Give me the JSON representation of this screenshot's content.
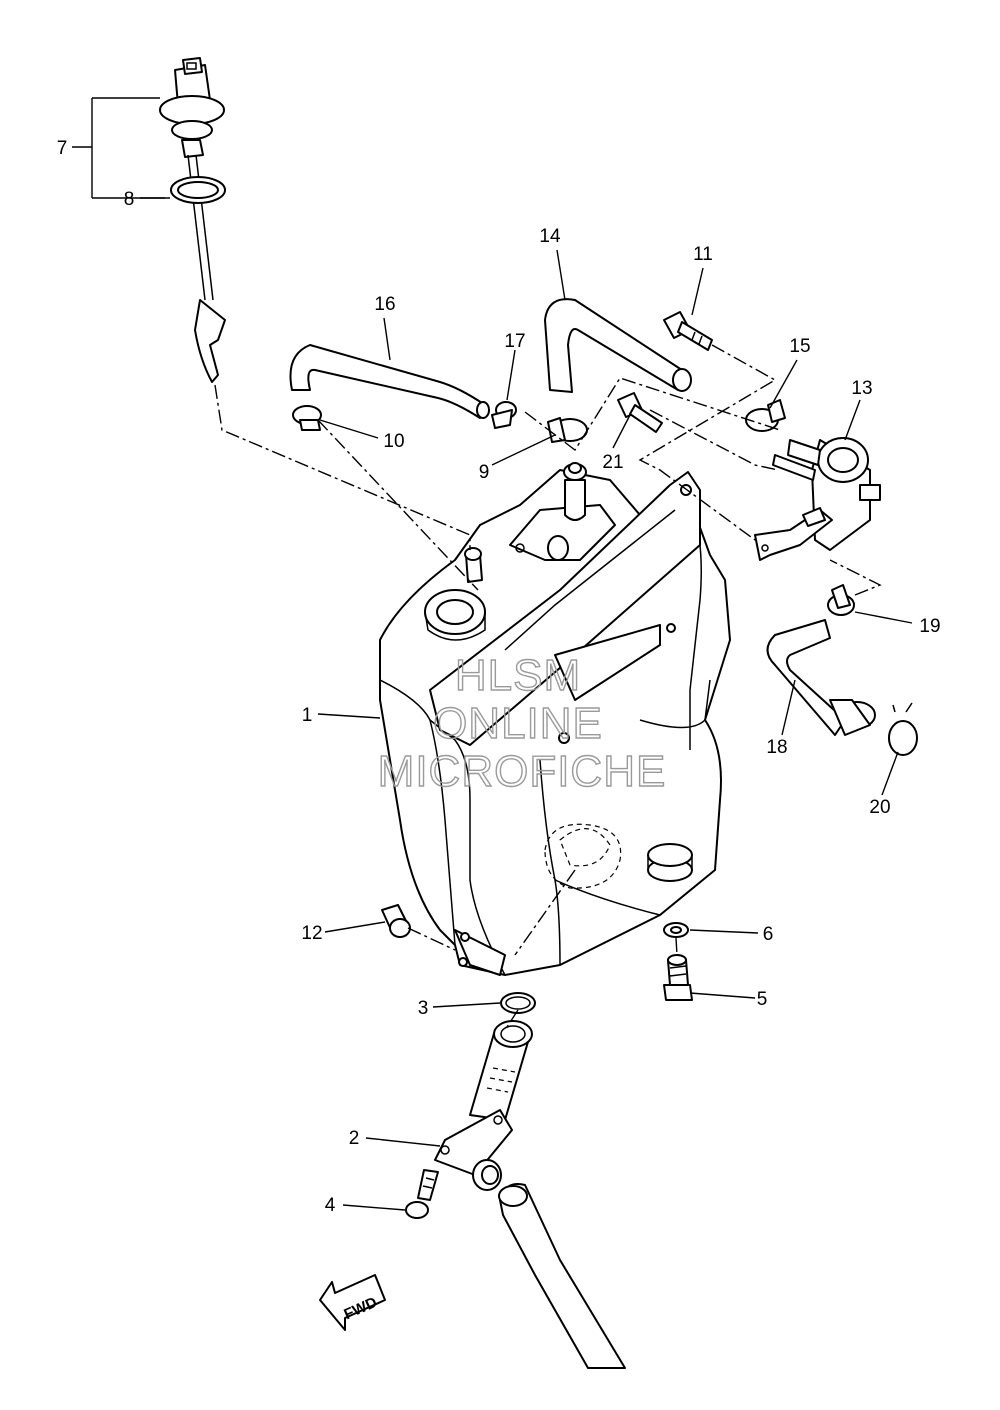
{
  "diagram": {
    "callouts": [
      {
        "id": "c1",
        "label": "1"
      },
      {
        "id": "c2",
        "label": "2"
      },
      {
        "id": "c3",
        "label": "3"
      },
      {
        "id": "c4",
        "label": "4"
      },
      {
        "id": "c5",
        "label": "5"
      },
      {
        "id": "c6",
        "label": "6"
      },
      {
        "id": "c7",
        "label": "7"
      },
      {
        "id": "c8",
        "label": "8"
      },
      {
        "id": "c9",
        "label": "9"
      },
      {
        "id": "c10",
        "label": "10"
      },
      {
        "id": "c11",
        "label": "11"
      },
      {
        "id": "c12",
        "label": "12"
      },
      {
        "id": "c13",
        "label": "13"
      },
      {
        "id": "c14",
        "label": "14"
      },
      {
        "id": "c15",
        "label": "15"
      },
      {
        "id": "c16",
        "label": "16"
      },
      {
        "id": "c17",
        "label": "17"
      },
      {
        "id": "c18",
        "label": "18"
      },
      {
        "id": "c19",
        "label": "19"
      },
      {
        "id": "c20",
        "label": "20"
      },
      {
        "id": "c21",
        "label": "21"
      }
    ],
    "fwd_label": "FWD",
    "watermark": [
      "HLSM",
      "ONLINE",
      "MICROFICHE"
    ],
    "colors": {
      "line": "#000000",
      "background": "#ffffff",
      "watermark": "#9a9a9a"
    }
  }
}
